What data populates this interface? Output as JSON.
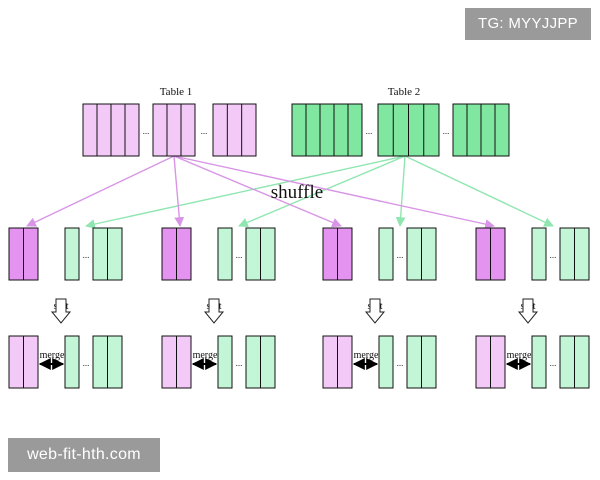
{
  "tables": {
    "table1_label": "Table 1",
    "table2_label": "Table 2"
  },
  "ellipsis": "...",
  "shuffle_label": "shuffle",
  "sort_label": "sort",
  "merge_label": "merge",
  "corner_tag": "TG: MYYJJPP",
  "watermark": "web-fit-hth.com",
  "colors": {
    "table1_fill": "#f3c9f7",
    "table1_dark": "#e493f0",
    "table2_fill": "#7fe79f",
    "table2_light": "#c3f6d6",
    "table1_arrow": "#d894e6",
    "table2_arrow": "#8fe6b0",
    "outline": "#111111"
  }
}
